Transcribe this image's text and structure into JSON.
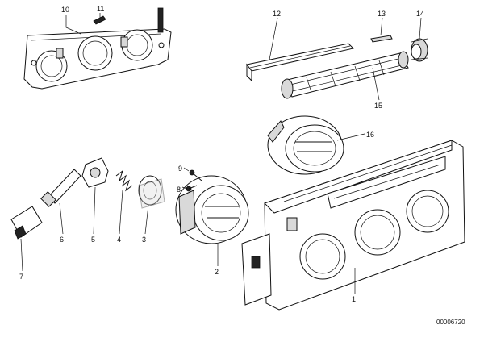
{
  "diagram": {
    "reference_number": "00006720",
    "callouts": [
      {
        "id": "c1",
        "label": "1"
      },
      {
        "id": "c2",
        "label": "2"
      },
      {
        "id": "c3",
        "label": "3"
      },
      {
        "id": "c4",
        "label": "4"
      },
      {
        "id": "c5",
        "label": "5"
      },
      {
        "id": "c6",
        "label": "6"
      },
      {
        "id": "c7",
        "label": "7"
      },
      {
        "id": "c8",
        "label": "8"
      },
      {
        "id": "c9",
        "label": "9"
      },
      {
        "id": "c10",
        "label": "10"
      },
      {
        "id": "c11",
        "label": "11"
      },
      {
        "id": "c12",
        "label": "12"
      },
      {
        "id": "c13",
        "label": "13"
      },
      {
        "id": "c14",
        "label": "14"
      },
      {
        "id": "c15",
        "label": "15"
      },
      {
        "id": "c16",
        "label": "16"
      }
    ]
  }
}
